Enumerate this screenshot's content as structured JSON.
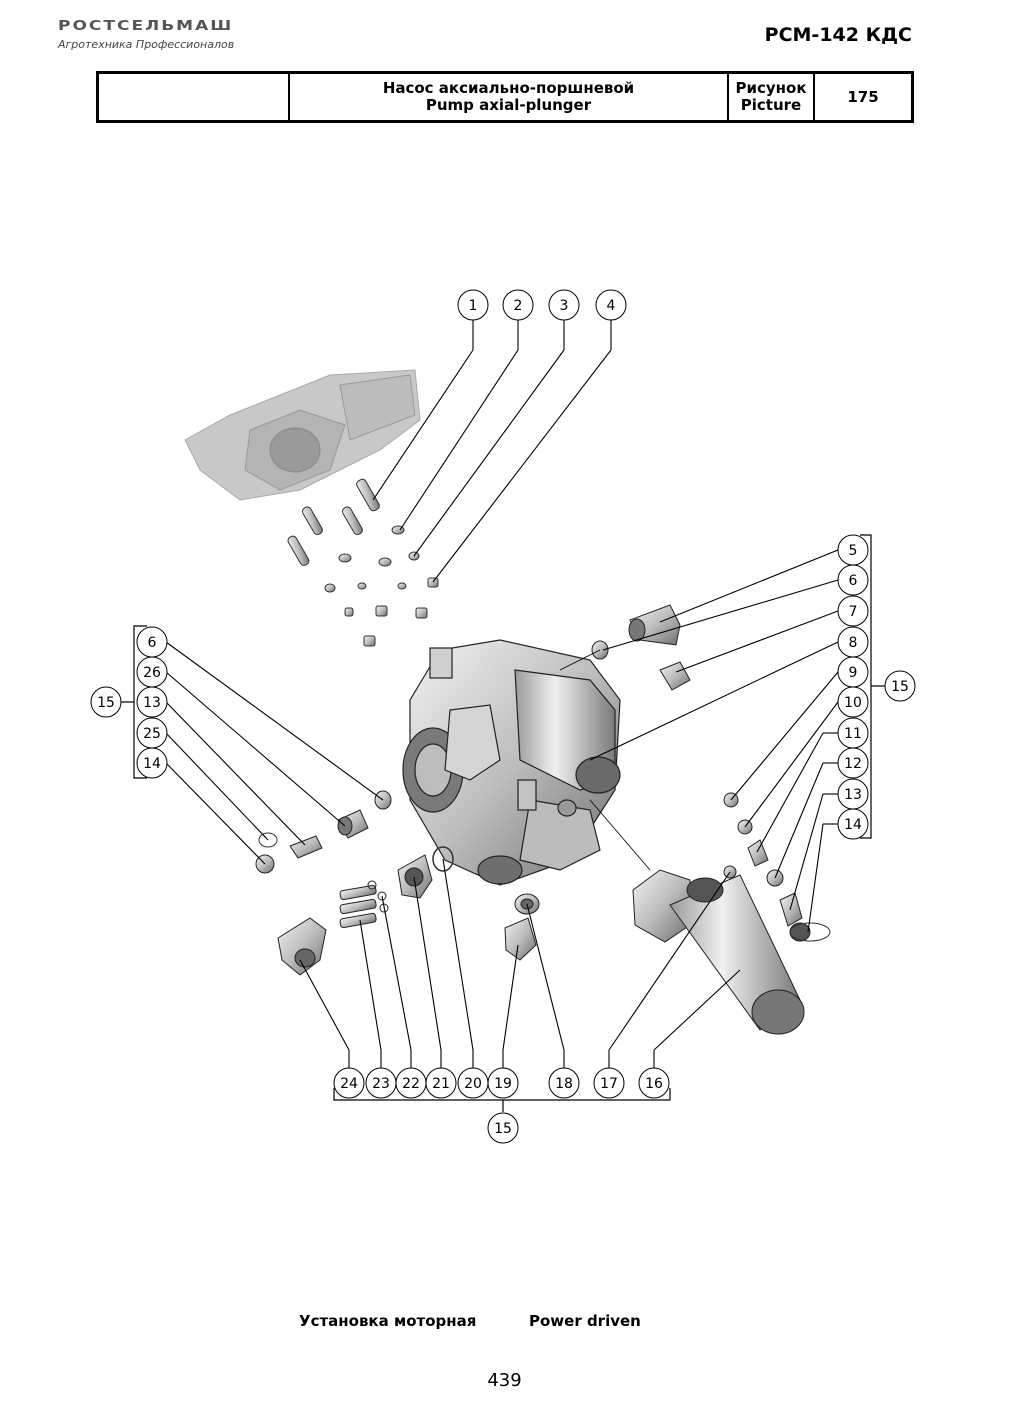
{
  "header": {
    "brand": "РОСТСЕЛЬМАШ",
    "tagline": "Агротехника Профессионалов",
    "model": "РСМ-142 КДС"
  },
  "title_block": {
    "title_ru": "Насос аксиально-поршневой",
    "title_en": "Pump axial-plunger",
    "figure_label_ru": "Рисунок",
    "figure_label_en": "Picture",
    "figure_number": "175"
  },
  "callouts": {
    "top": [
      "1",
      "2",
      "3",
      "4"
    ],
    "right_group": [
      "5",
      "6",
      "7",
      "8",
      "9",
      "10",
      "11",
      "12",
      "13",
      "14"
    ],
    "right_group_label": "15",
    "left_group": [
      "6",
      "26",
      "13",
      "25",
      "14"
    ],
    "left_group_label": "15",
    "bottom_group": [
      "24",
      "23",
      "22",
      "21",
      "20",
      "19",
      "18",
      "17",
      "16"
    ],
    "bottom_group_label": "15"
  },
  "footer": {
    "caption_ru": "Установка моторная",
    "caption_en": "Power driven",
    "page_number": "439"
  },
  "colors": {
    "line": "#000000",
    "part_fill": "#d9d9d9",
    "part_dark": "#8c8c8c",
    "ghost_fill": "#c4c4c4"
  }
}
